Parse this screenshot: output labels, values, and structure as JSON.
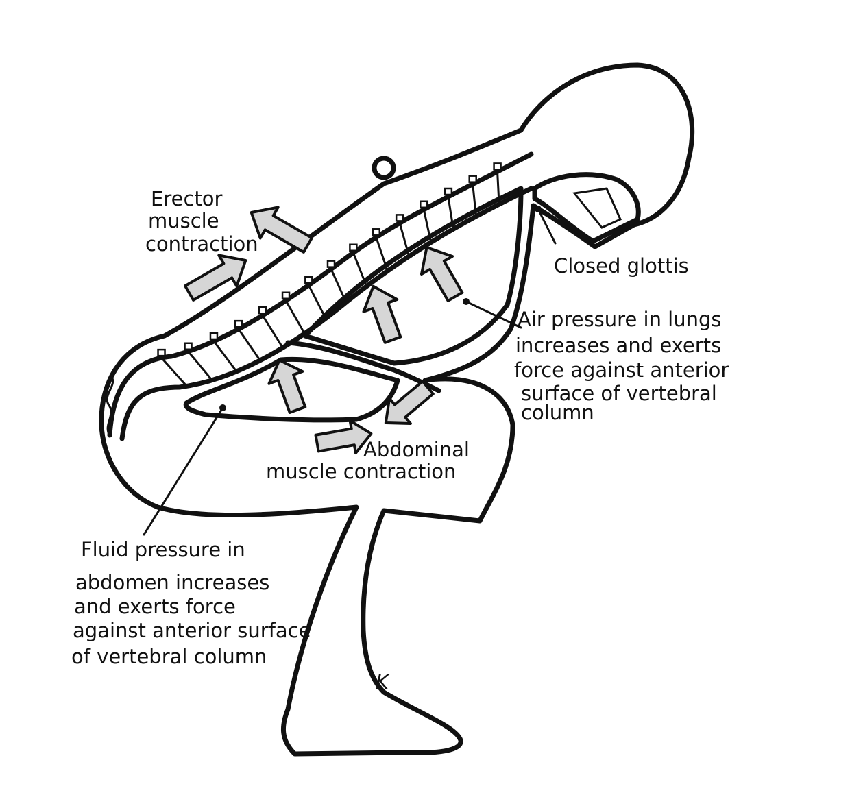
{
  "labels": {
    "erector": [
      "Erector",
      "muscle",
      "contraction"
    ],
    "glottis": [
      "Closed glottis"
    ],
    "lungs": [
      "Air pressure in lungs",
      "increases and exerts",
      "force against anterior",
      "surface of vertebral",
      "column"
    ],
    "abdominal": [
      "Abdominal",
      "muscle contraction"
    ],
    "fluid": [
      "Fluid pressure in",
      "abdomen increases",
      "and exerts force",
      "against anterior surface",
      "of vertebral column"
    ]
  },
  "signature": "K",
  "colors": {
    "ink": "#111111",
    "arrow_fill": "#d6d6d6",
    "background": "#ffffff"
  }
}
